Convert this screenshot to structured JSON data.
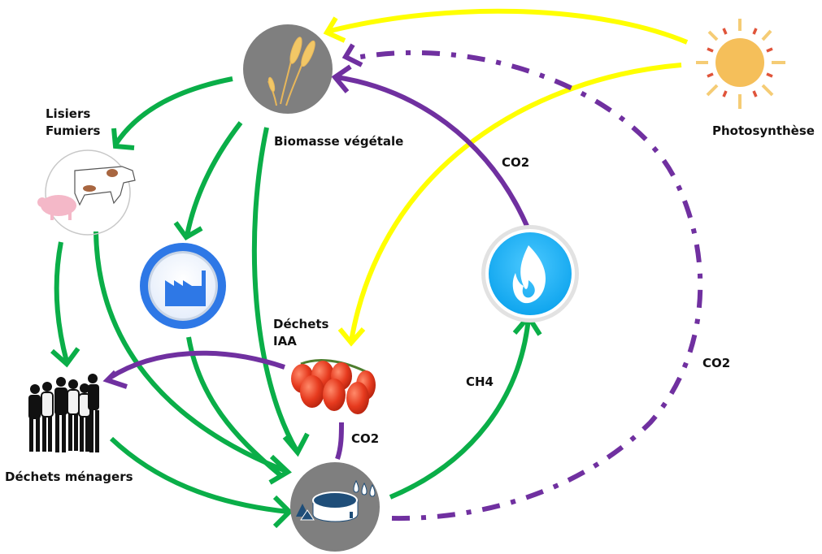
{
  "colors": {
    "green": "#0aae48",
    "purple": "#7030a0",
    "yellow": "#ffff00",
    "sun": "#f5bf5a",
    "sun_ray_red": "#e0543a",
    "node_gray": "#7f7f7f",
    "navy": "#1f4e79",
    "blue_ring": "#2e78e6",
    "flame_blue": "#1eaef5"
  },
  "nodes": {
    "biomass": {
      "label": "Biomasse végétale",
      "icon": "wheat-icon"
    },
    "sun": {
      "label": "Photosynthèse",
      "icon": "sun-icon"
    },
    "livestock": {
      "label_lines": [
        "Lisiers",
        "Fumiers"
      ],
      "icon": "cow-pig-icon"
    },
    "factory": {
      "icon": "factory-icon"
    },
    "flame": {
      "icon": "flame-icon"
    },
    "food_waste": {
      "label_lines": [
        "Déchets",
        "IAA"
      ],
      "icon": "tomatoes-icon"
    },
    "household": {
      "label": "Déchets ménagers",
      "icon": "people-group-icon"
    },
    "digester": {
      "icon": "biogas-digester-icon"
    }
  },
  "flow_labels": {
    "co2_flame_to_biomass": "CO2",
    "co2_digester_to_biomass": "CO2",
    "co2_digester_up": "CO2",
    "ch4": "CH4"
  },
  "flows": [
    {
      "from": "sun",
      "to": "biomass",
      "type": "light",
      "style": "solid"
    },
    {
      "from": "sun",
      "to": "food_waste",
      "type": "light",
      "style": "solid"
    },
    {
      "from": "biomass",
      "to": "livestock",
      "type": "matter",
      "style": "solid"
    },
    {
      "from": "biomass",
      "to": "factory",
      "type": "matter",
      "style": "solid"
    },
    {
      "from": "biomass",
      "to": "digester",
      "type": "matter",
      "style": "solid"
    },
    {
      "from": "livestock",
      "to": "household",
      "type": "matter",
      "style": "solid"
    },
    {
      "from": "livestock",
      "to": "digester",
      "type": "matter",
      "style": "solid"
    },
    {
      "from": "factory",
      "to": "digester",
      "type": "matter",
      "style": "solid"
    },
    {
      "from": "household",
      "to": "digester",
      "type": "matter",
      "style": "solid"
    },
    {
      "from": "digester",
      "to": "flame",
      "type": "matter",
      "label": "CH4",
      "style": "solid"
    },
    {
      "from": "flame",
      "to": "biomass",
      "type": "carbon",
      "label": "CO2",
      "style": "solid"
    },
    {
      "from": "food_waste",
      "to": "household",
      "type": "carbon",
      "style": "solid"
    },
    {
      "from": "digester",
      "to": "food_waste",
      "type": "carbon",
      "label": "CO2",
      "style": "solid"
    },
    {
      "from": "digester",
      "to": "biomass",
      "type": "carbon",
      "label": "CO2",
      "style": "dash-dot"
    }
  ]
}
